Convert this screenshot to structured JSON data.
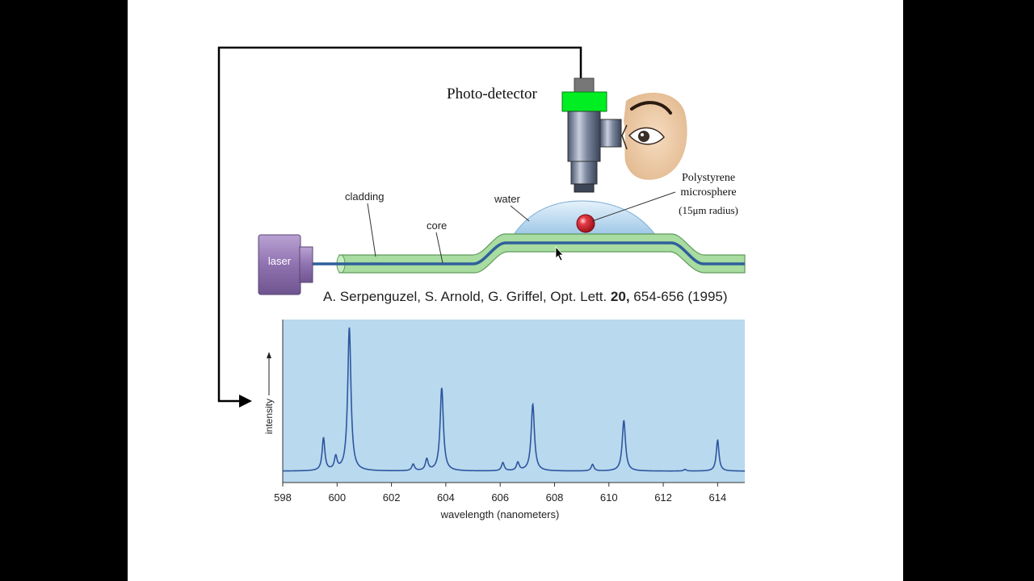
{
  "diagram": {
    "photo_detector_label": "Photo-detector",
    "laser_label": "laser",
    "cladding_label": "cladding",
    "core_label": "core",
    "water_label": "water",
    "microsphere_label_1": "Polystyrene",
    "microsphere_label_2": "microsphere",
    "microsphere_label_3": "(15μm radius)",
    "colors": {
      "detector_green": "#00ee22",
      "cladding_green": "#a8dca0",
      "core_blue": "#2f5f9a",
      "water_blue": "#b6d6ee",
      "laser_purple": "#9a7fb8",
      "sphere_red": "#d2202a",
      "plot_bg": "#b9d9ee"
    }
  },
  "citation": {
    "prefix": "A. Serpenguzel, S. Arnold, G. Griffel, Opt. Lett. ",
    "volume": "20,",
    "suffix": " 654-656 (1995)"
  },
  "chart_data": {
    "type": "line",
    "xlabel": "wavelength (nanometers)",
    "ylabel": "intensity",
    "xlim": [
      598,
      615
    ],
    "ylim": [
      0,
      1
    ],
    "x_ticks": [
      598,
      600,
      602,
      604,
      606,
      608,
      610,
      612,
      614
    ],
    "grid": false,
    "baseline": 0.07,
    "peaks": [
      {
        "x": 599.5,
        "y": 0.27
      },
      {
        "x": 599.95,
        "y": 0.15
      },
      {
        "x": 600.45,
        "y": 0.95
      },
      {
        "x": 602.8,
        "y": 0.11
      },
      {
        "x": 603.3,
        "y": 0.14
      },
      {
        "x": 603.85,
        "y": 0.58
      },
      {
        "x": 606.1,
        "y": 0.12
      },
      {
        "x": 606.65,
        "y": 0.12
      },
      {
        "x": 607.2,
        "y": 0.48
      },
      {
        "x": 609.4,
        "y": 0.11
      },
      {
        "x": 610.55,
        "y": 0.38
      },
      {
        "x": 612.8,
        "y": 0.08
      },
      {
        "x": 614.0,
        "y": 0.26
      }
    ]
  }
}
